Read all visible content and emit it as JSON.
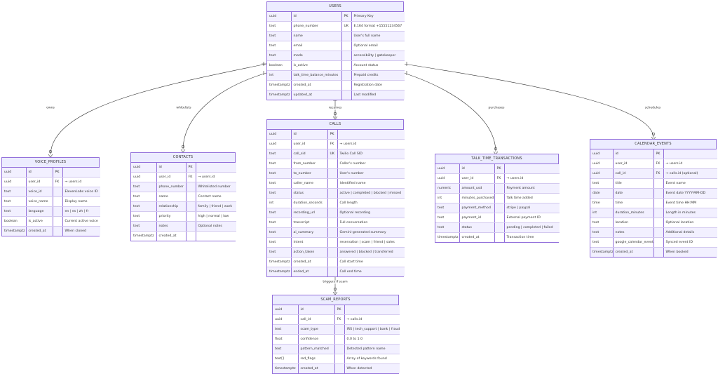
{
  "entities": {
    "users": {
      "title": "USERS",
      "columns": [
        [
          "uuid",
          "id",
          "PK",
          "Primary Key"
        ],
        [
          "text",
          "phone_number",
          "UK",
          "E.164 format +15551234567"
        ],
        [
          "text",
          "name",
          "",
          "User's full name"
        ],
        [
          "text",
          "email",
          "",
          "Optional email"
        ],
        [
          "text",
          "mode",
          "",
          "accessibility | gatekeeper"
        ],
        [
          "boolean",
          "is_active",
          "",
          "Account status"
        ],
        [
          "int",
          "talk_time_balance_minutes",
          "",
          "Prepaid credits"
        ],
        [
          "timestamptz",
          "created_at",
          "",
          "Registration date"
        ],
        [
          "timestamptz",
          "updated_at",
          "",
          "Last modified"
        ]
      ]
    },
    "voice_profiles": {
      "title": "VOICE_PROFILES",
      "columns": [
        [
          "uuid",
          "id",
          "PK",
          ""
        ],
        [
          "uuid",
          "user_id",
          "FK",
          "→ users.id"
        ],
        [
          "text",
          "voice_id",
          "",
          "ElevenLabs voice ID"
        ],
        [
          "text",
          "voice_name",
          "",
          "Display name"
        ],
        [
          "text",
          "language",
          "",
          "en | es | zh | fr"
        ],
        [
          "boolean",
          "is_active",
          "",
          "Current active voice"
        ],
        [
          "timestamptz",
          "created_at",
          "",
          "When cloned"
        ]
      ]
    },
    "contacts": {
      "title": "CONTACTS",
      "columns": [
        [
          "uuid",
          "id",
          "PK",
          ""
        ],
        [
          "uuid",
          "user_id",
          "FK",
          "→ users.id"
        ],
        [
          "text",
          "phone_number",
          "",
          "Whitelisted number"
        ],
        [
          "text",
          "name",
          "",
          "Contact name"
        ],
        [
          "text",
          "relationship",
          "",
          "family | friend | work"
        ],
        [
          "text",
          "priority",
          "",
          "high | normal | low"
        ],
        [
          "text",
          "notes",
          "",
          "Optional notes"
        ],
        [
          "timestamptz",
          "created_at",
          "",
          ""
        ]
      ]
    },
    "calls": {
      "title": "CALLS",
      "columns": [
        [
          "uuid",
          "id",
          "PK",
          ""
        ],
        [
          "uuid",
          "user_id",
          "FK",
          "→ users.id"
        ],
        [
          "text",
          "call_sid",
          "UK",
          "Twilio Call SID"
        ],
        [
          "text",
          "from_number",
          "",
          "Caller's number"
        ],
        [
          "text",
          "to_number",
          "",
          "User's number"
        ],
        [
          "text",
          "caller_name",
          "",
          "Identified name"
        ],
        [
          "text",
          "status",
          "",
          "active | completed | blocked | missed"
        ],
        [
          "int",
          "duration_seconds",
          "",
          "Call length"
        ],
        [
          "text",
          "recording_url",
          "",
          "Optional recording"
        ],
        [
          "text",
          "transcript",
          "",
          "Full conversation"
        ],
        [
          "text",
          "ai_summary",
          "",
          "Gemini-generated summary"
        ],
        [
          "text",
          "intent",
          "",
          "reservation | scam | friend | sales"
        ],
        [
          "text",
          "action_taken",
          "",
          "answered | blocked | transferred"
        ],
        [
          "timestamptz",
          "created_at",
          "",
          "Call start time"
        ],
        [
          "timestamptz",
          "ended_at",
          "",
          "Call end time"
        ]
      ]
    },
    "talk_time_transactions": {
      "title": "TALK_TIME_TRANSACTIONS",
      "columns": [
        [
          "uuid",
          "id",
          "PK",
          ""
        ],
        [
          "uuid",
          "user_id",
          "FK",
          "→ users.id"
        ],
        [
          "numeric",
          "amount_usd",
          "",
          "Payment amount"
        ],
        [
          "int",
          "minutes_purchased",
          "",
          "Talk time added"
        ],
        [
          "text",
          "payment_method",
          "",
          "stripe | paypal"
        ],
        [
          "text",
          "payment_id",
          "",
          "External payment ID"
        ],
        [
          "text",
          "status",
          "",
          "pending | completed | failed"
        ],
        [
          "timestamptz",
          "created_at",
          "",
          "Transaction time"
        ]
      ]
    },
    "calendar_events": {
      "title": "CALENDAR_EVENTS",
      "columns": [
        [
          "uuid",
          "id",
          "PK",
          ""
        ],
        [
          "uuid",
          "user_id",
          "FK",
          "→ users.id"
        ],
        [
          "uuid",
          "call_id",
          "FK",
          "→ calls.id (optional)"
        ],
        [
          "text",
          "title",
          "",
          "Event name"
        ],
        [
          "date",
          "date",
          "",
          "Event date YYYY-MM-DD"
        ],
        [
          "time",
          "time",
          "",
          "Event time HH:MM"
        ],
        [
          "int",
          "duration_minutes",
          "",
          "Length in minutes"
        ],
        [
          "text",
          "location",
          "",
          "Optional location"
        ],
        [
          "text",
          "notes",
          "",
          "Additional details"
        ],
        [
          "text",
          "google_calendar_event_id",
          "",
          "Synced event ID"
        ],
        [
          "timestamptz",
          "created_at",
          "",
          "When booked"
        ]
      ]
    },
    "scam_reports": {
      "title": "SCAM_REPORTS",
      "columns": [
        [
          "uuid",
          "id",
          "PK",
          ""
        ],
        [
          "uuid",
          "call_id",
          "FK",
          "→ calls.id"
        ],
        [
          "text",
          "scam_type",
          "",
          "IRS | tech_support | bank | fraud"
        ],
        [
          "float",
          "confidence",
          "",
          "0.0 to 1.0"
        ],
        [
          "text",
          "pattern_matched",
          "",
          "Detected pattern name"
        ],
        [
          "text[]",
          "red_flags",
          "",
          "Array of keywords found"
        ],
        [
          "timestamptz",
          "created_at",
          "",
          "When detected"
        ]
      ]
    }
  },
  "relationships": [
    {
      "id": "r1",
      "label": "owns"
    },
    {
      "id": "r2",
      "label": "whitelists"
    },
    {
      "id": "r3",
      "label": "receives"
    },
    {
      "id": "r4",
      "label": "purchases"
    },
    {
      "id": "r5",
      "label": "schedules"
    },
    {
      "id": "r6",
      "label": "triggers if scam"
    }
  ],
  "colors": {
    "entity_fill": "#ececff",
    "entity_border": "#9370db",
    "line": "#333333"
  }
}
